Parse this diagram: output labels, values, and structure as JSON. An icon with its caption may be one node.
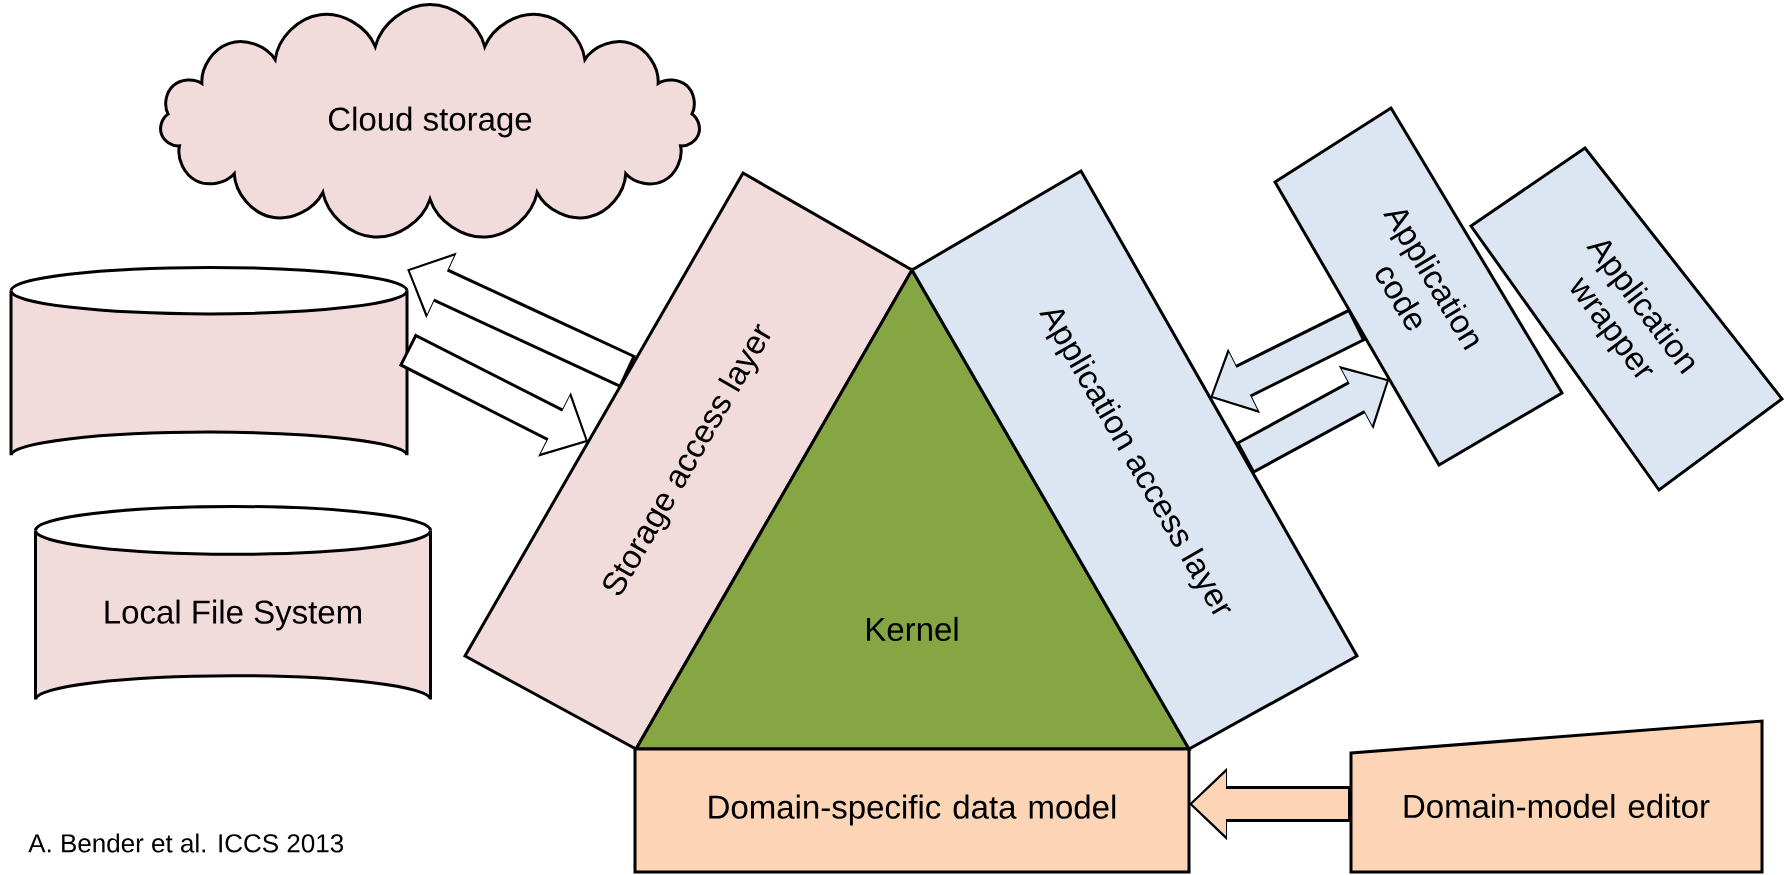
{
  "diagram": {
    "nodes": [
      {
        "text": [
          "Cloud storage"
        ]
      },
      {
        "text": [],
        "shape": "cylinder"
      },
      {
        "text": [
          "Local File System"
        ]
      },
      {
        "text": [
          "Storage access layer"
        ]
      },
      {
        "text": [
          "Kernel"
        ]
      },
      {
        "text": [
          "Application access layer"
        ]
      },
      {
        "text": [
          "Application code"
        ]
      },
      {
        "text": [
          "Application wrapper"
        ]
      },
      {
        "text": [
          "Domain-specific data model"
        ]
      },
      {
        "text": [
          "Domain-model editor"
        ]
      }
    ],
    "edges": [
      {
        "from": 3,
        "to": 1,
        "arrow": "to"
      },
      {
        "from": 1,
        "to": 3,
        "arrow": "to"
      },
      {
        "from": 6,
        "to": 5,
        "arrow": "to"
      },
      {
        "from": 5,
        "to": 6,
        "arrow": "to"
      },
      {
        "from": 9,
        "to": 8,
        "arrow": "to"
      }
    ],
    "labels": [
      "A. Bender et al. ICCS 2013"
    ]
  }
}
